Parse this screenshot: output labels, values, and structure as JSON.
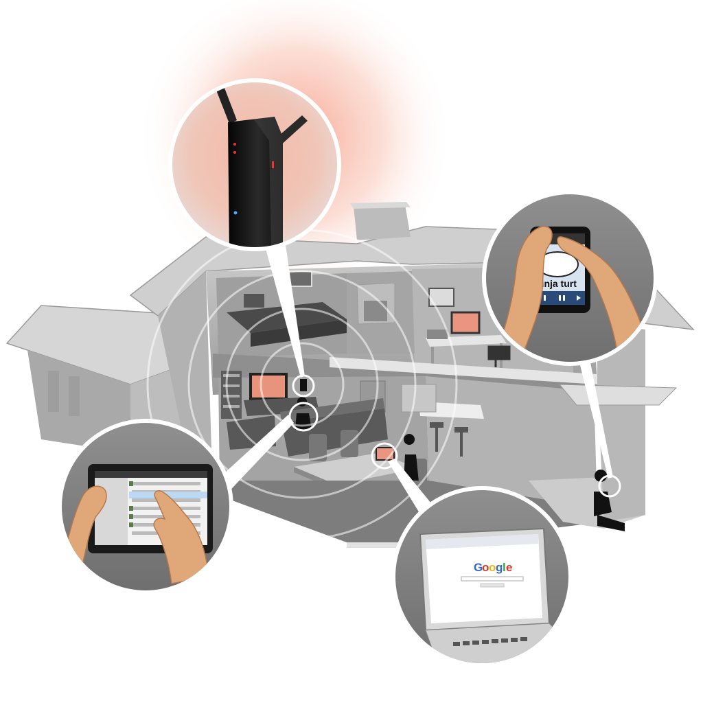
{
  "illustration": {
    "subject": "home-wifi-network",
    "colors": {
      "background": "#ffffff",
      "house_wall": "#bdbdbd",
      "house_dark": "#8c8c8c",
      "roof": "#d9d9d9",
      "floor": "#a8a8a8",
      "screen_glow": "#e89a85",
      "router_body": "#151515",
      "router_glow": "#f6a08a",
      "skin": "#e0a878",
      "callout_ring": "#ffffff",
      "google_blue": "#3366cc",
      "google_red": "#dd3322",
      "google_yellow": "#eeb211",
      "google_green": "#22aa44"
    }
  },
  "router": {
    "icon": "wireless-router-icon"
  },
  "laptop": {
    "logo_letters": [
      "G",
      "o",
      "o",
      "g",
      "l",
      "e"
    ],
    "icon": "laptop-icon"
  },
  "smartphone": {
    "album_text": "ninja turt",
    "icon": "smartphone-icon"
  },
  "tablet": {
    "icon": "tablet-icon"
  }
}
